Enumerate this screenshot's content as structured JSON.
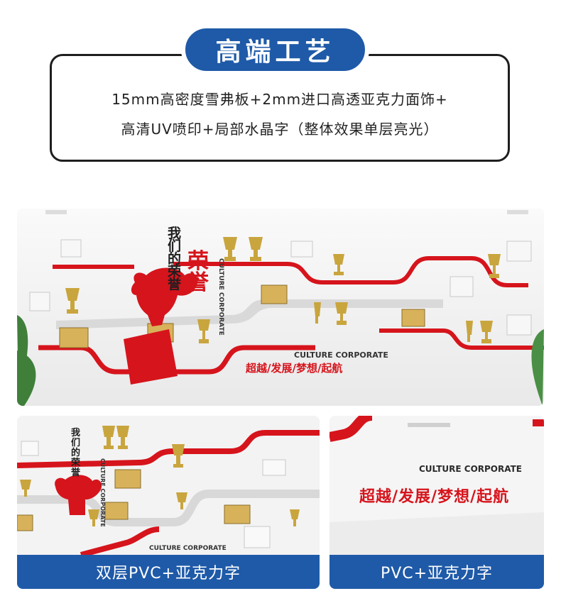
{
  "header": {
    "title": "高端工艺",
    "spec_line_1": "15mm高密度雪弗板+2mm进口高透亚克力面饰+",
    "spec_line_2": "高清UV喷印+局部水晶字（整体效果单层亮光）"
  },
  "main_photo": {
    "headline": "我们的荣誉",
    "culture_vertical": "CULTURE CORPORATE",
    "culture_horizontal": "CULTURE CORPORATE",
    "slogan": "超越/发展/梦想/起航"
  },
  "bottom_left": {
    "caption": "双层PVC+亚克力字",
    "headline": "我们的荣誉",
    "culture_vertical": "CULTURE CORPORATE",
    "culture_horizontal": "CULTURE CORPORATE"
  },
  "bottom_right": {
    "caption": "PVC+亚克力字",
    "culture_horizontal": "CULTURE CORPORATE",
    "slogan": "超越/发展/梦想/起航"
  },
  "colors": {
    "brand_blue": "#1f5aa8",
    "accent_red": "#d6141c",
    "frame_dark": "#1e1e1e"
  }
}
